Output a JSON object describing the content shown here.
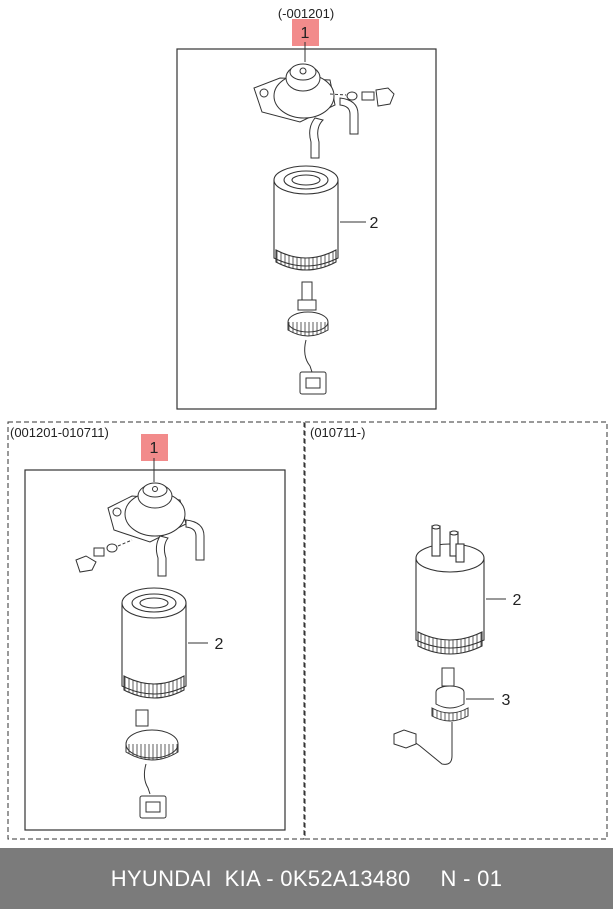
{
  "top_panel": {
    "range_label": "(-001201)",
    "callout_1": "1",
    "callout_2": "2"
  },
  "bottom_left_panel": {
    "range_label": "(001201-010711)",
    "callout_1": "1",
    "callout_2": "2"
  },
  "bottom_right_panel": {
    "range_label": "(010711-)",
    "callout_2": "2",
    "callout_3": "3"
  },
  "footer": {
    "brand": "HYUNDAI  KIA - 0K52A13480",
    "sheet": "N - 01"
  },
  "colors": {
    "highlight": "#f28b8b",
    "footer_bg": "#7b7b7b",
    "line": "#333333"
  }
}
